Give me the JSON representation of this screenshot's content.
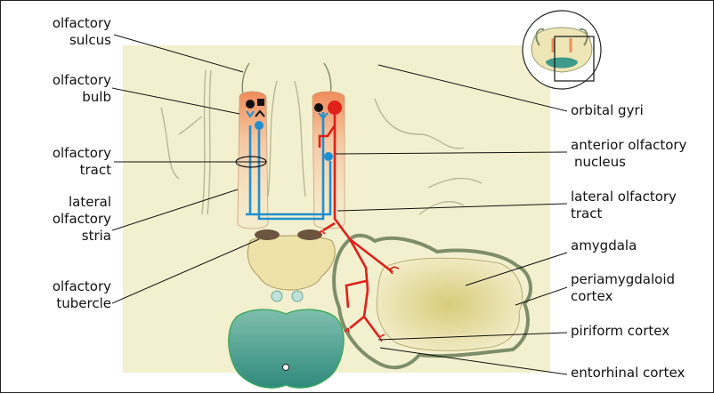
{
  "labels": {
    "olfactory_sulcus": [
      "olfactory",
      "sulcus"
    ],
    "olfactory_bulb": [
      "olfactory",
      "bulb"
    ],
    "olfactory_tract": [
      "olfactory",
      "tract"
    ],
    "lateral_olfactory_stria": [
      "lateral",
      "olfactory",
      "stria"
    ],
    "olfactory_tubercle": [
      "olfactory",
      "tubercle"
    ],
    "orbital_gyri": "orbital gyri",
    "anterior_olfactory_nucleus": [
      "anterior olfactory",
      "nucleus"
    ],
    "lateral_olfactory_tract": [
      "lateral olfactory",
      "tract"
    ],
    "amygdala": "amygdala",
    "periamygdaloid_cortex": [
      "periamygdaloid",
      "cortex"
    ],
    "piriform_cortex": "piriform cortex",
    "entorhinal_cortex": "entorhinal cortex"
  },
  "colors": {
    "background_panel": "#f3f0cf",
    "bulb_gradient_top": "#ef8c5a",
    "bulb_gradient_bottom": "#f8e3c5",
    "blue_pathway": "#1f8fd0",
    "red_pathway": "#e0201a",
    "cortex_outline": "#7e8e6a",
    "amygdala_fill": "#e6dc9a",
    "brainstem_fill": "#3f9a8a",
    "tubercle_fill": "#6b5440"
  },
  "icons": [
    "inset-brain-thumbnail-icon"
  ]
}
